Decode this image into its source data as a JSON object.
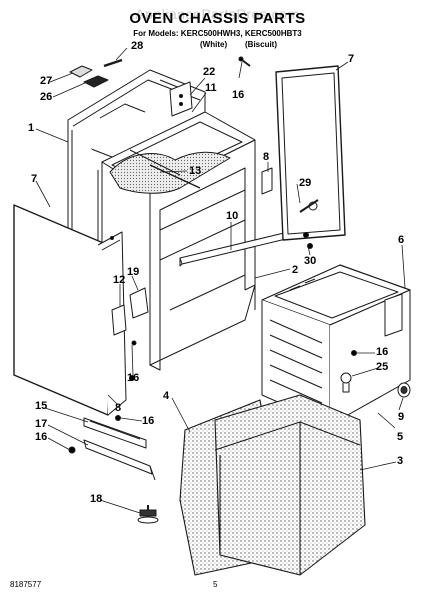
{
  "header": {
    "watermark": "AppliancePartsPros.com",
    "title": "OVEN CHASSIS PARTS",
    "models": "For Models: KERC500HWH3, KERC500HBT3",
    "color_white": "(White)",
    "color_biscuit": "(Biscuit)"
  },
  "callouts": [
    "28",
    "27",
    "26",
    "22",
    "11",
    "16",
    "7",
    "1",
    "7",
    "13",
    "8",
    "29",
    "10",
    "30",
    "2",
    "6",
    "19",
    "12",
    "16",
    "25",
    "16",
    "8",
    "9",
    "15",
    "16",
    "4",
    "17",
    "16",
    "5",
    "3",
    "18"
  ],
  "footer": {
    "doc_number": "8187577",
    "page_number": "5"
  },
  "colors": {
    "line": "#1a1a1a",
    "stipple": "#7a7a7a"
  }
}
